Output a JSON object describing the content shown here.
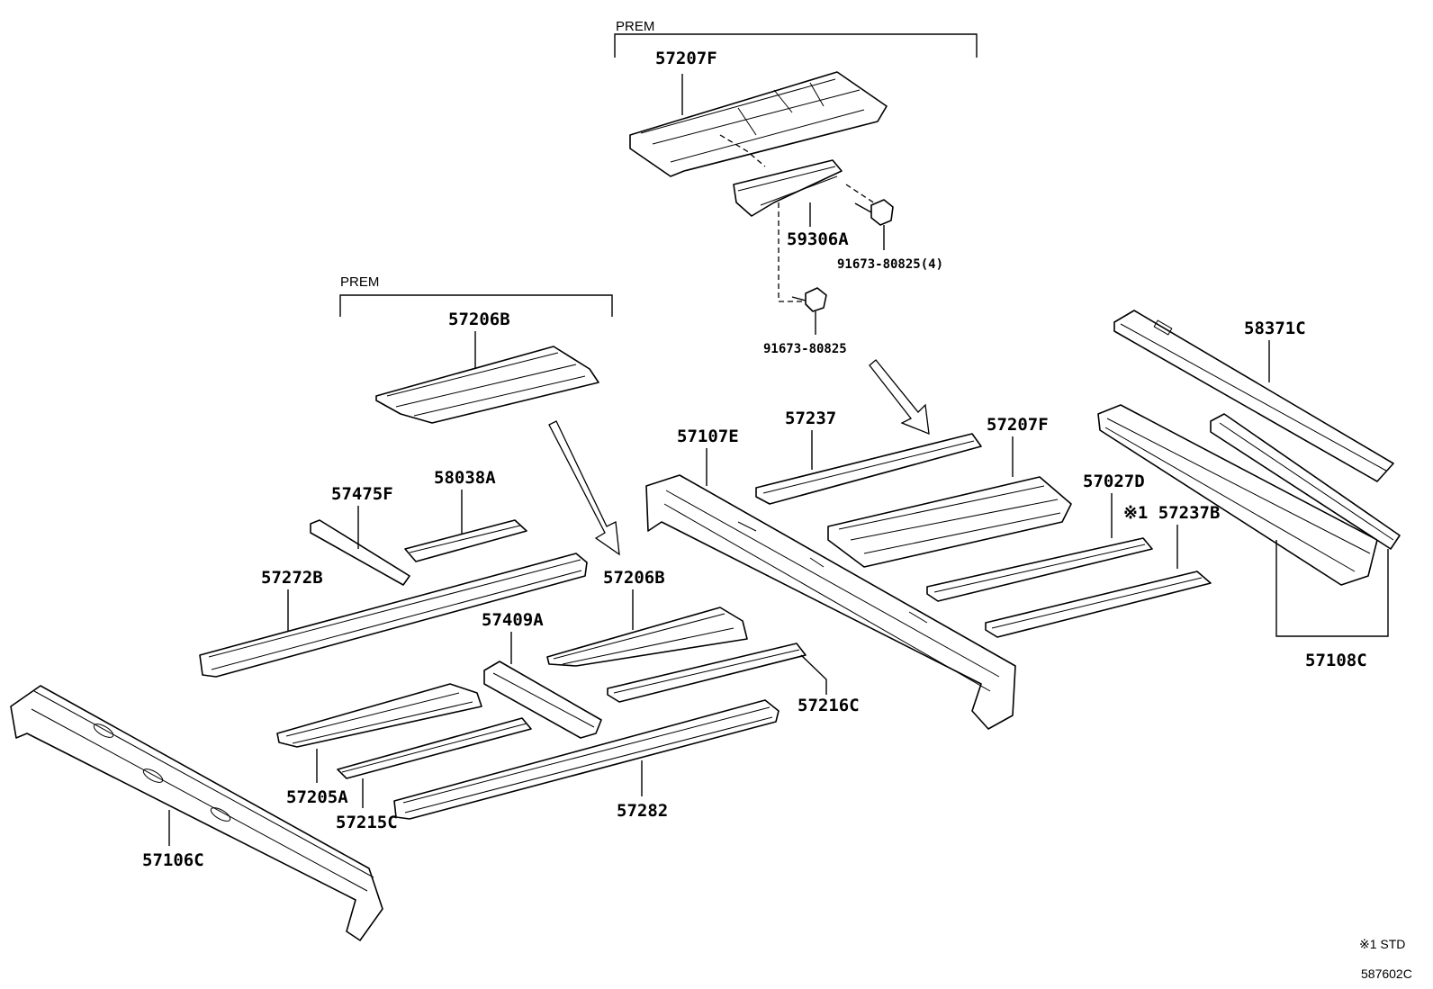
{
  "brackets": {
    "prem_top": "PREM",
    "prem_left": "PREM"
  },
  "labels": {
    "p57207F_top": "57207F",
    "p59306A": "59306A",
    "p91673_80825_4": "91673-80825(4)",
    "p91673_80825": "91673-80825",
    "p57206B_top": "57206B",
    "p58371C": "58371C",
    "p57237": "57237",
    "p57107E": "57107E",
    "p57207F_mid": "57207F",
    "p58038A": "58038A",
    "p57475F": "57475F",
    "p57027D": "57027D",
    "p57237B": "※1 57237B",
    "p57272B": "57272B",
    "p57206B_mid": "57206B",
    "p57409A": "57409A",
    "p57108C": "57108C",
    "p57216C": "57216C",
    "p57205A": "57205A",
    "p57215C": "57215C",
    "p57282": "57282",
    "p57106C": "57106C"
  },
  "footnote": "※1 STD",
  "diagram_code": "587602C"
}
